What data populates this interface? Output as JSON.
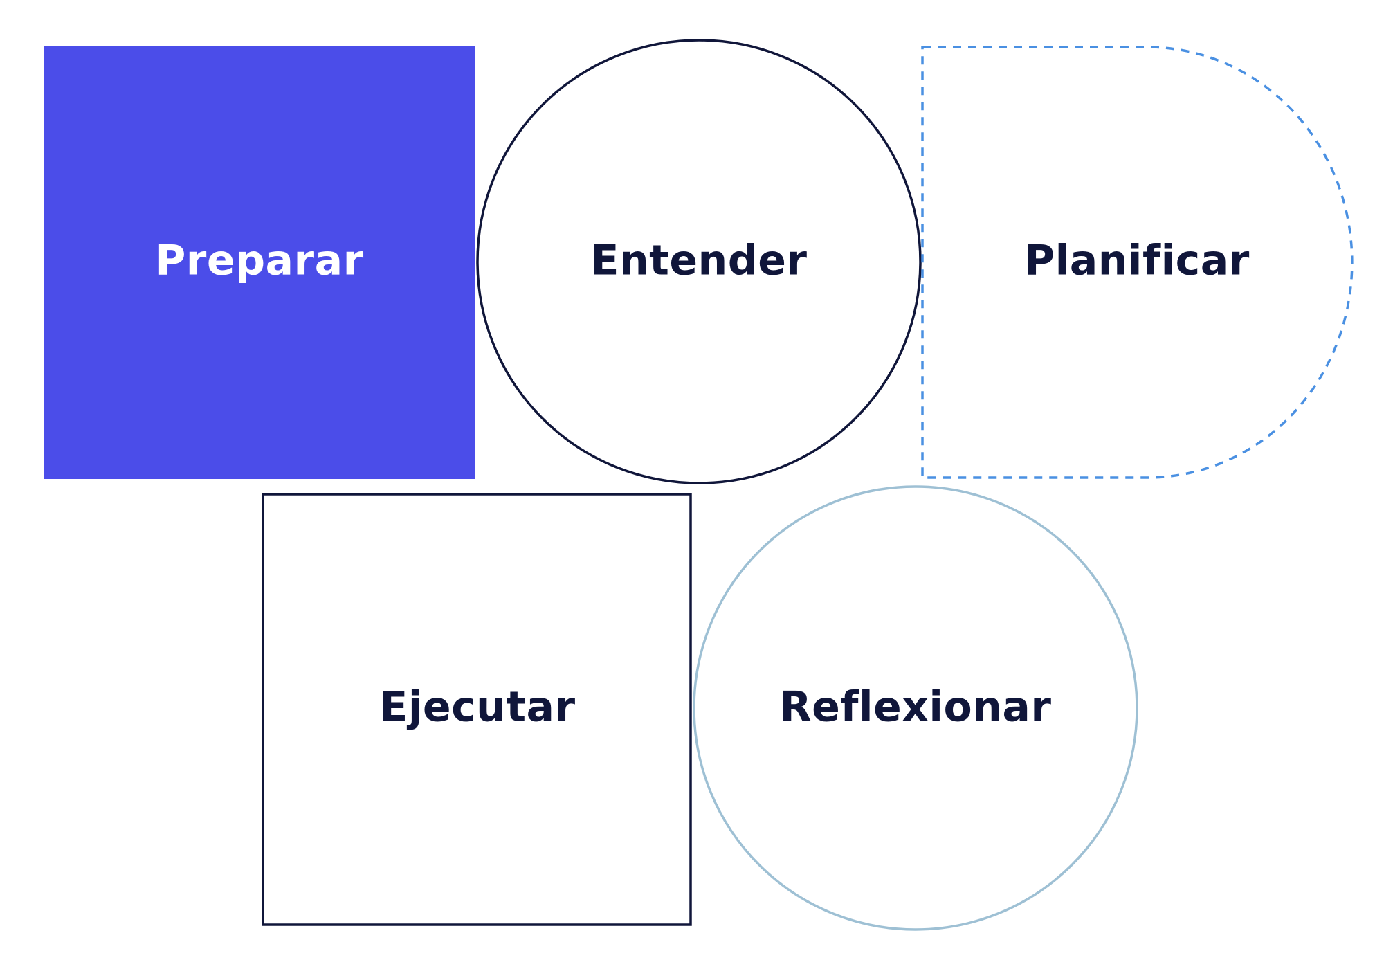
{
  "diagram": {
    "stages": [
      {
        "id": "preparar",
        "label": "Preparar",
        "shape": "filled-square",
        "fill": "#4b4de9",
        "stroke": "#4b4de9",
        "text_color": "#ffffff"
      },
      {
        "id": "entender",
        "label": "Entender",
        "shape": "circle",
        "fill": "#ffffff",
        "stroke": "#10163a",
        "text_color": "#10163a"
      },
      {
        "id": "planificar",
        "label": "Planificar",
        "shape": "dashed-half-round",
        "fill": "#ffffff",
        "stroke": "#4a90e2",
        "text_color": "#10163a"
      },
      {
        "id": "ejecutar",
        "label": "Ejecutar",
        "shape": "outlined-square",
        "fill": "#ffffff",
        "stroke": "#10163a",
        "text_color": "#10163a"
      },
      {
        "id": "reflexionar",
        "label": "Reflexionar",
        "shape": "circle",
        "fill": "#ffffff",
        "stroke": "#9ec0d4",
        "text_color": "#10163a"
      }
    ]
  }
}
